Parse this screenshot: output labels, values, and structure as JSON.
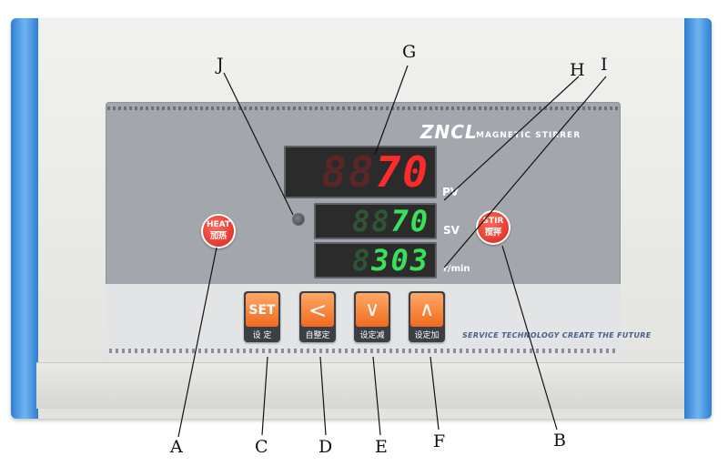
{
  "brand": {
    "logo": "ZNCL",
    "name": "MAGNETIC STIRRER",
    "slogan": "SERVICE TECHNOLOGY CREATE THE FUTURE"
  },
  "displays": {
    "pv": {
      "digits": [
        "8",
        "8",
        "7",
        "0"
      ],
      "lit_from": 2,
      "label": "PV"
    },
    "sv": {
      "digits": [
        "8",
        "8",
        "7",
        "0"
      ],
      "lit_from": 2,
      "label": "SV"
    },
    "rpm": {
      "digits": [
        "8",
        "3",
        "0",
        "3"
      ],
      "lit_from": 1,
      "label": "r/min"
    }
  },
  "buttons": {
    "heat": {
      "en": "HEAT",
      "cn": "加热"
    },
    "stir": {
      "en": "STIR",
      "cn": "搅拌"
    }
  },
  "keys": {
    "set": {
      "face": "SET",
      "caption": "设 定"
    },
    "left": {
      "face": "<",
      "caption": "自整定"
    },
    "down": {
      "face": "∨",
      "caption": "设定减"
    },
    "up": {
      "face": "∧",
      "caption": "设定加"
    }
  },
  "callouts": {
    "A": "A",
    "B": "B",
    "C": "C",
    "D": "D",
    "E": "E",
    "F": "F",
    "G": "G",
    "H": "H",
    "I": "I",
    "J": "J"
  },
  "colors": {
    "case_trim": "#2f7fd0",
    "panel": "#a3a7ad",
    "pv_led": "#ff2a2a",
    "sv_led": "#39e05a",
    "button_red": "#d8241c",
    "key_orange": "#f06a1d"
  }
}
